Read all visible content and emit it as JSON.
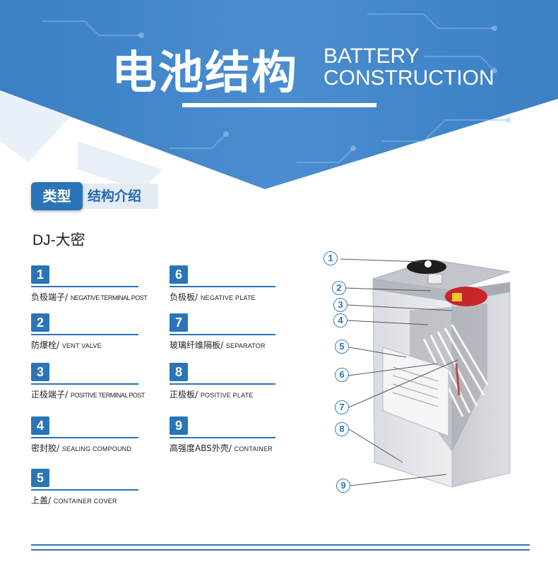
{
  "header": {
    "title_cn": "电池结构",
    "title_en_line1": "BATTERY",
    "title_en_line2": "CONSTRUCTION"
  },
  "section": {
    "badge_type": "类型",
    "badge_title": "结构介绍",
    "model": "DJ-大密"
  },
  "parts": [
    {
      "num": "1",
      "cn": "负极端子/ ",
      "en": "NEGATIVE TERMINAL POST"
    },
    {
      "num": "2",
      "cn": "防爆栓/ ",
      "en": "VENT VALVE"
    },
    {
      "num": "3",
      "cn": "正极端子/ ",
      "en": "POSITIVE TERMINAL POST"
    },
    {
      "num": "4",
      "cn": "密封胶/ ",
      "en": "SEALING COMPOUND"
    },
    {
      "num": "5",
      "cn": "上盖/ ",
      "en": "CONTAINER COVER"
    },
    {
      "num": "6",
      "cn": "负极板/ ",
      "en": "NEGATIVE PLATE"
    },
    {
      "num": "7",
      "cn": "玻璃纤维隔板/ ",
      "en": "SEPARATOR"
    },
    {
      "num": "8",
      "cn": "正极板/ ",
      "en": "POSITIVE PLATE"
    },
    {
      "num": "9",
      "cn": "高强度ABS外壳/ ",
      "en": "CONTAINER"
    }
  ],
  "diagram": {
    "callouts": [
      "1",
      "2",
      "3",
      "4",
      "5",
      "6",
      "7",
      "8",
      "9"
    ]
  },
  "colors": {
    "accent": "#2b74b8",
    "banner_dark": "#3d82c7",
    "banner_light": "#6aa6dd"
  }
}
